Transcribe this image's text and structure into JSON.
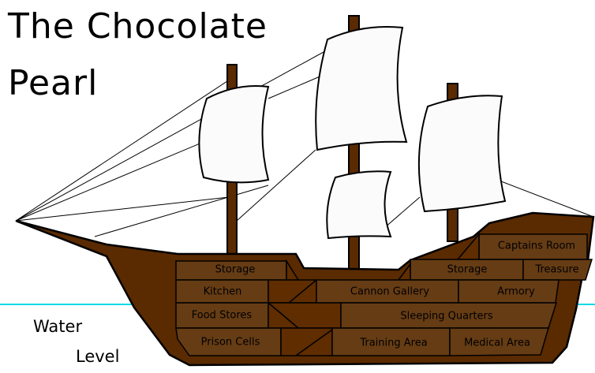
{
  "title": {
    "line1": "The Chocolate",
    "line2": "Pearl"
  },
  "water_label": {
    "line1": "Water",
    "line2": "Level"
  },
  "colors": {
    "hull": "#5a2a00",
    "room": "#663c14",
    "stair": "#5f2d00",
    "water": "#00d8e6",
    "sail": "#fbfbfb"
  },
  "rooms": {
    "storage_fore": "Storage",
    "captains_room": "Captains Room",
    "storage_aft": "Storage",
    "treasure": "Treasure",
    "kitchen": "Kitchen",
    "cannon_gallery": "Cannon Gallery",
    "armory": "Armory",
    "food_stores": "Food Stores",
    "sleeping_quarters": "Sleeping Quarters",
    "prison_cells": "Prison Cells",
    "training_area": "Training Area",
    "medical_area": "Medical Area"
  }
}
